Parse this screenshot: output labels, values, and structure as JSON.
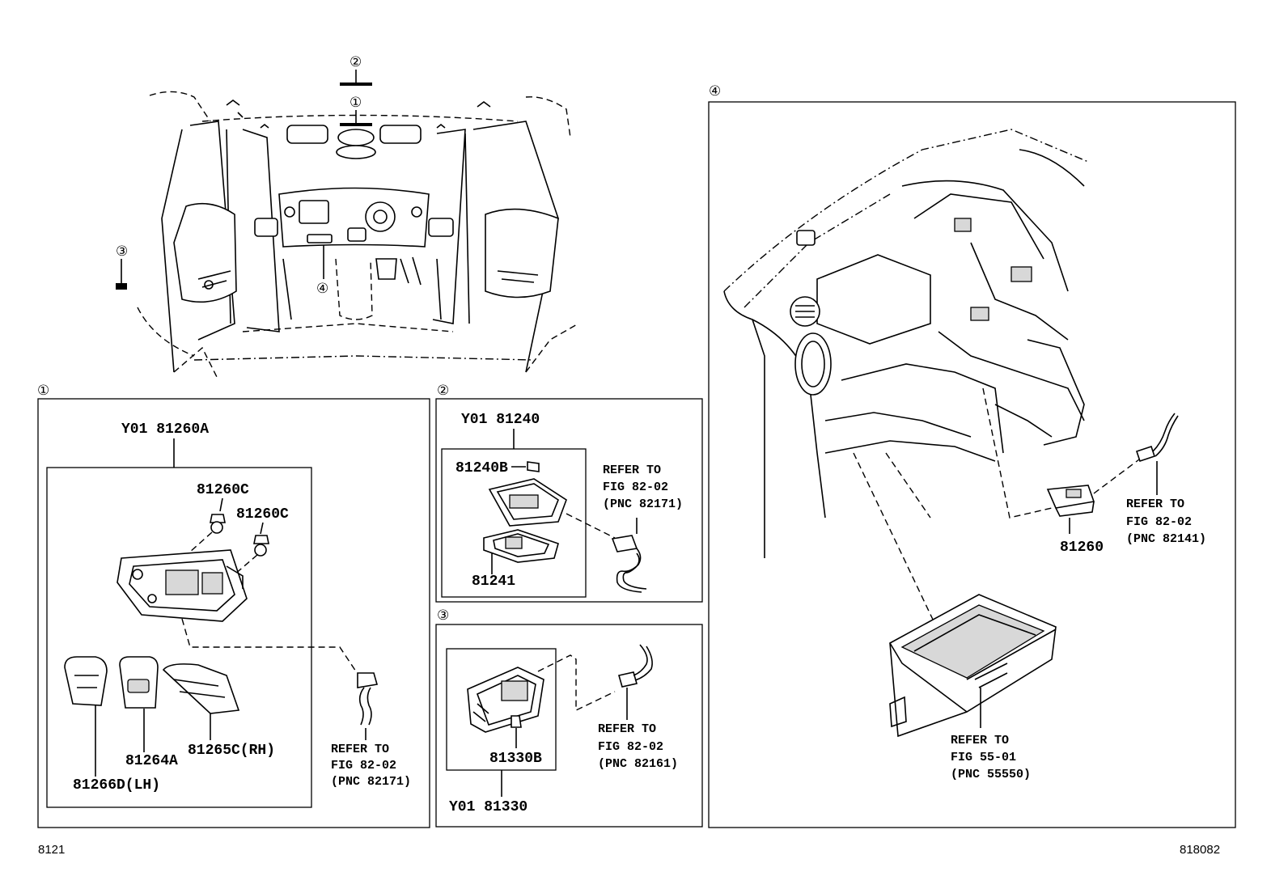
{
  "callouts": {
    "c1": "①",
    "c2": "②",
    "c3": "③",
    "c4": "④"
  },
  "panel1": {
    "label": "①",
    "assembly": "Y01 81260A",
    "parts": {
      "p81260c_a": "81260C",
      "p81260c_b": "81260C",
      "p81264a": "81264A",
      "p81265c": "81265C(RH)",
      "p81266d": "81266D(LH)"
    },
    "refer": [
      "REFER TO",
      "FIG 82-02",
      "(PNC 82171)"
    ]
  },
  "panel2": {
    "label": "②",
    "assembly": "Y01 81240",
    "parts": {
      "p81240b": "81240B",
      "p81241": "81241"
    },
    "refer": [
      "REFER TO",
      "FIG 82-02",
      "(PNC 82171)"
    ]
  },
  "panel3": {
    "label": "③",
    "assembly": "Y01 81330",
    "parts": {
      "p81330b": "81330B"
    },
    "refer": [
      "REFER TO",
      "FIG 82-02",
      "(PNC 82161)"
    ]
  },
  "panel4": {
    "label": "④",
    "parts": {
      "p81260": "81260"
    },
    "refer_switch": [
      "REFER TO",
      "FIG 82-02",
      "(PNC 82141)"
    ],
    "refer_glovebox": [
      "REFER TO",
      "FIG 55-01",
      "(PNC 55550)"
    ]
  },
  "footer": {
    "left": "8121",
    "right": "818082"
  }
}
